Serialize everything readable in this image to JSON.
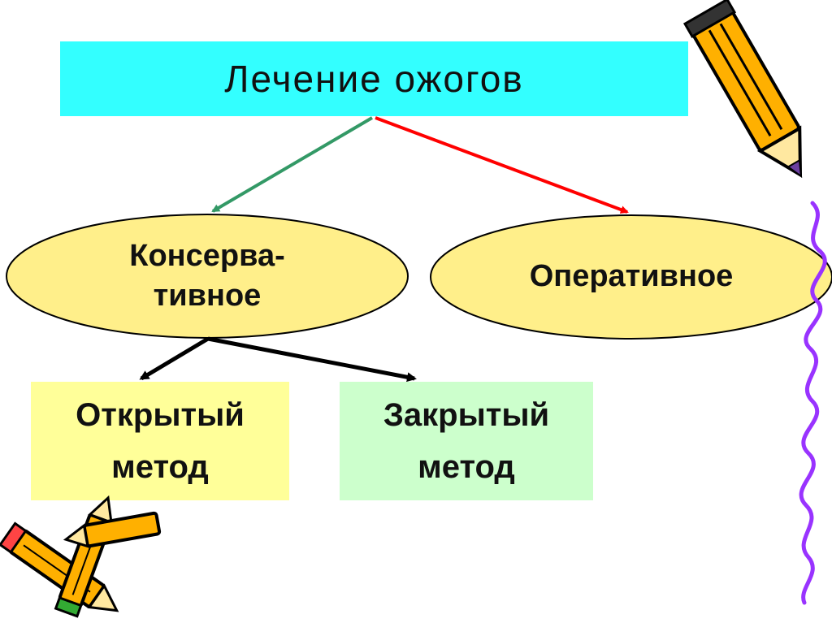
{
  "diagram": {
    "title": "Лечение ожогов",
    "branches": [
      {
        "id": "conservative",
        "label": "Консерва-\nтивное"
      },
      {
        "id": "operative",
        "label": "Оперативное"
      }
    ],
    "methods": [
      {
        "id": "open",
        "label": "Открытый\nметод"
      },
      {
        "id": "closed",
        "label": "Закрытый\nметод"
      }
    ]
  },
  "colors": {
    "title_background": "#33ffff",
    "oval_fill": "#ffef8a",
    "open_method_fill": "#ffff99",
    "closed_method_fill": "#ccffcc",
    "arrow_green": "#339966",
    "arrow_red": "#ff0000",
    "arrow_black": "#000000",
    "wavy_line": "#9933ff"
  },
  "decorations": {
    "icons": [
      "pencil-icon",
      "pencil-pair-icon",
      "wavy-line"
    ]
  }
}
